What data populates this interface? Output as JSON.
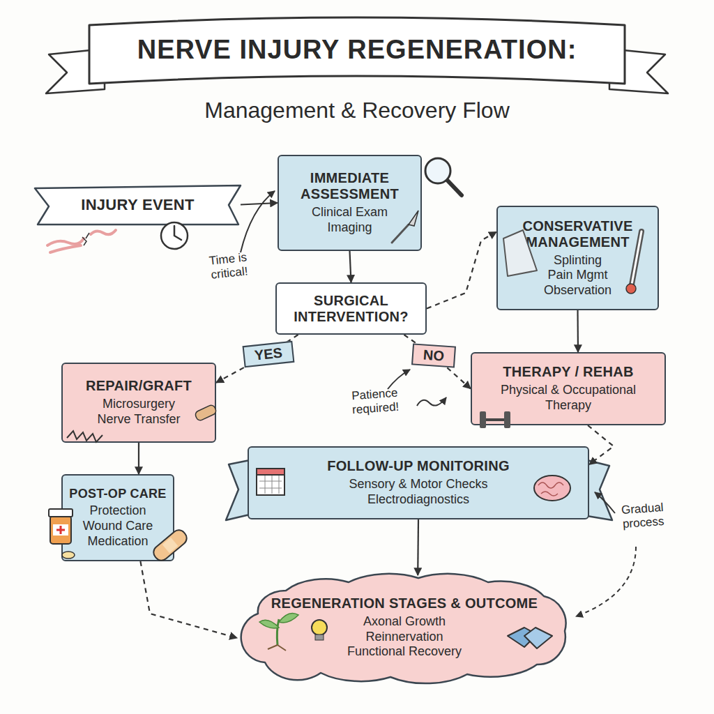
{
  "diagram": {
    "title": "NERVE INJURY REGENERATION:",
    "nodes": [
      {
        "text": [
          "INJURY EVENT"
        ]
      },
      {
        "text": [
          "IMMEDIATE ASSESSMENT",
          "Clinical Exam Imaging"
        ]
      },
      {
        "text": [
          "SURGICAL INTERVENTION?"
        ]
      },
      {
        "text": [
          "CONSERVATIVE MANAGEMENT",
          "Splinting Pain Mgmt Observation"
        ]
      },
      {
        "text": [
          "REPAIR/GRAFT",
          "Microsurgery Nerve Transfer"
        ]
      },
      {
        "text": [
          "THERAPY / REHAB",
          "Physical & Occupational Therapy"
        ]
      },
      {
        "text": [
          "POST-OP CARE",
          "Protection Wound Care Medication"
        ]
      },
      {
        "text": [
          "FOLLOW-UP MONITORING",
          "Sensory & Motor Checks Electrodiagnostics"
        ]
      },
      {
        "text": [
          "REGENERATION STAGES & OUTCOME",
          "Axonal Growth Reinnervation Functional Recovery"
        ]
      }
    ],
    "edges": [
      {
        "from": 0,
        "to": 1,
        "arrow": "to"
      },
      {
        "from": 1,
        "to": 2,
        "arrow": "to"
      },
      {
        "from": 2,
        "to": 4,
        "label": "YES",
        "arrow": "to"
      },
      {
        "from": 2,
        "to": 3,
        "arrow": "to"
      },
      {
        "from": 2,
        "to": 5,
        "label": "NO",
        "arrow": "to"
      },
      {
        "from": 3,
        "to": 5,
        "arrow": "to"
      },
      {
        "from": 4,
        "to": 6,
        "arrow": "to"
      },
      {
        "from": 5,
        "to": 7,
        "arrow": "to"
      },
      {
        "from": 7,
        "to": 8,
        "arrow": "to"
      },
      {
        "from": 6,
        "to": 8,
        "arrow": "to"
      }
    ],
    "labels": [
      "Management & Recovery Flow",
      "Time is critical!",
      "Patience required!",
      "Gradual process"
    ]
  }
}
